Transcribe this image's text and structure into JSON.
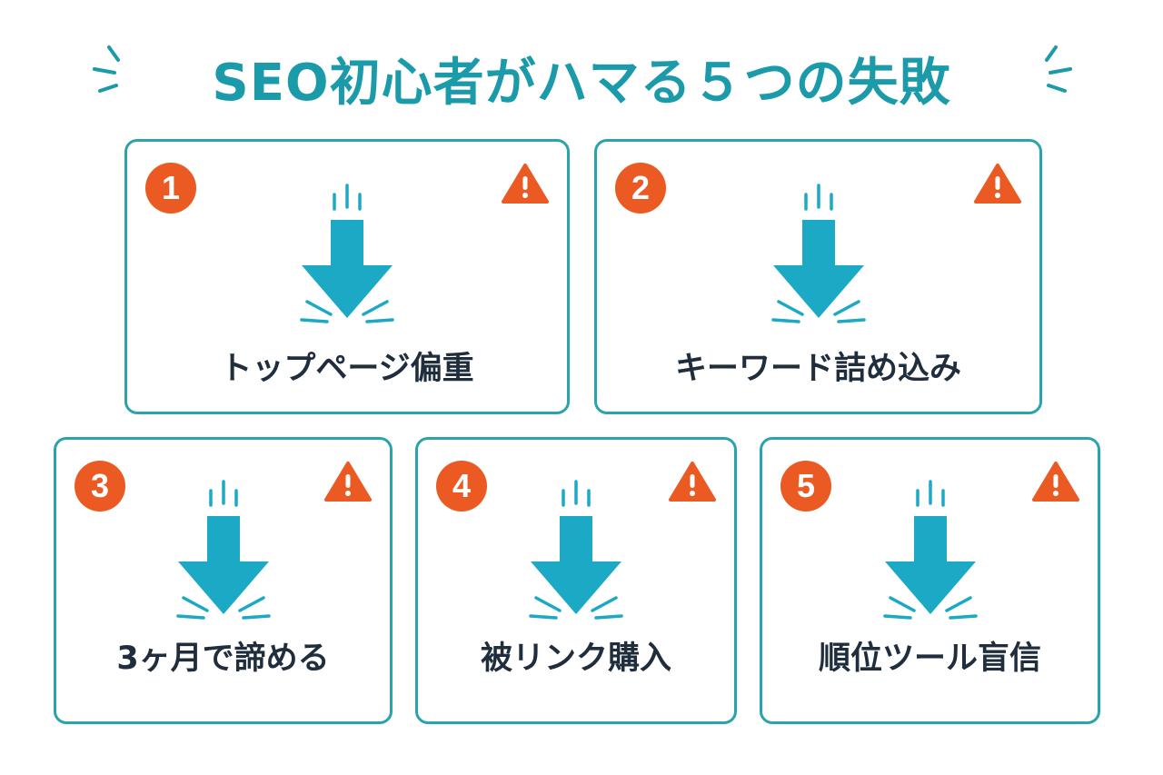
{
  "title": "SEO初心者がハマる５つの失敗",
  "colors": {
    "teal": "#1b9aaa",
    "arrow": "#1ba9c6",
    "badge": "#ec5a24",
    "text": "#1f2d3d"
  },
  "cards": [
    {
      "number": "1",
      "label": "トップページ偏重",
      "icon": "down-arrow-icon",
      "alert": "warning-triangle-icon"
    },
    {
      "number": "2",
      "label": "キーワード詰め込み",
      "icon": "down-arrow-icon",
      "alert": "warning-triangle-icon"
    },
    {
      "number": "3",
      "label": "3ヶ月で諦める",
      "icon": "down-arrow-icon",
      "alert": "warning-triangle-icon"
    },
    {
      "number": "4",
      "label": "被リンク購入",
      "icon": "down-arrow-icon",
      "alert": "warning-triangle-icon"
    },
    {
      "number": "5",
      "label": "順位ツール盲信",
      "icon": "down-arrow-icon",
      "alert": "warning-triangle-icon"
    }
  ]
}
